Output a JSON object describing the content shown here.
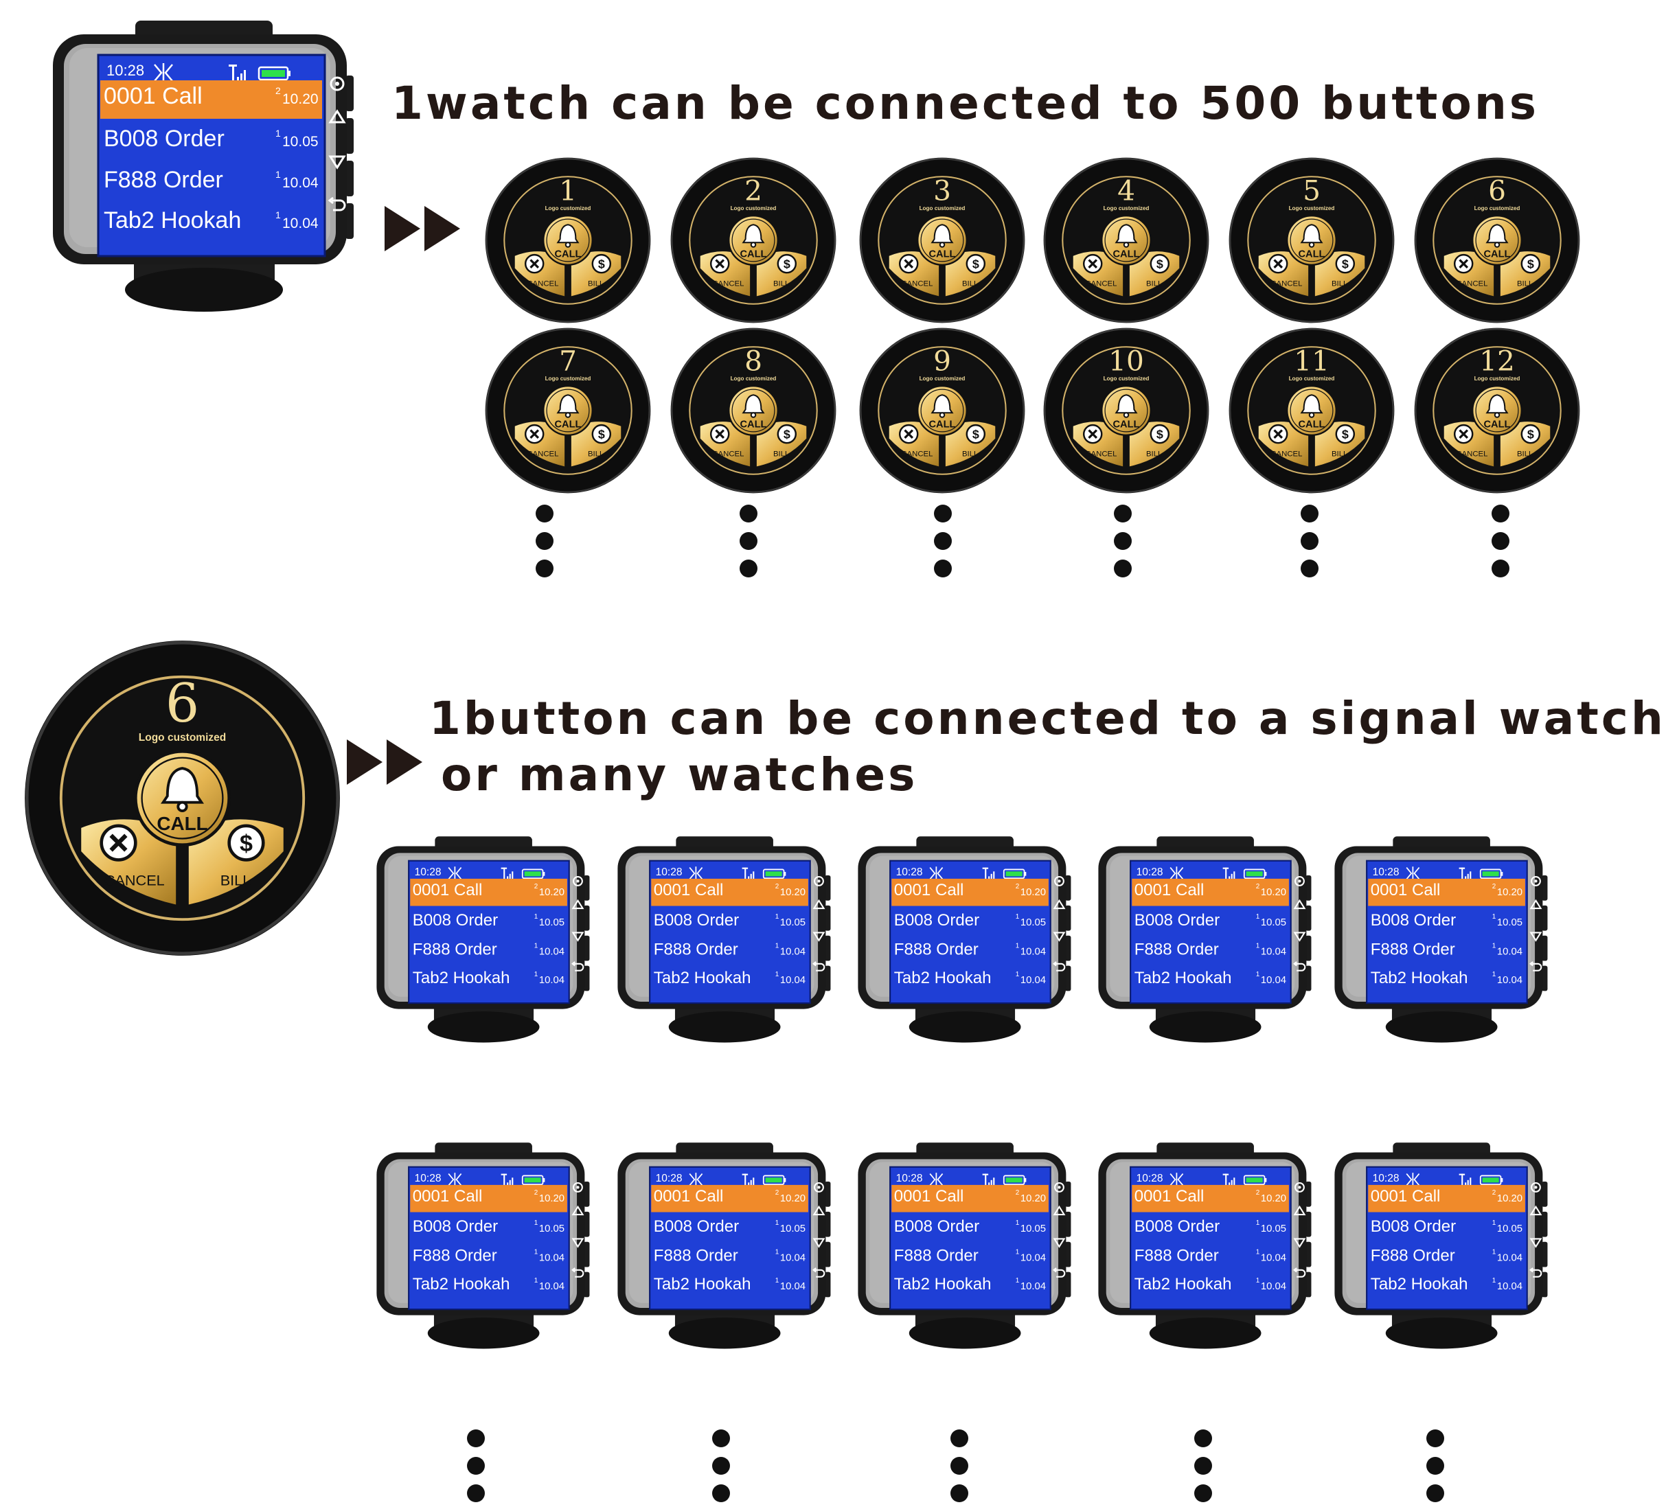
{
  "headings": {
    "top": "1watch can be connected to 500 buttons",
    "bottom_line1": "1button can be connected to a signal watch",
    "bottom_line2": "or many watches"
  },
  "watch_screen": {
    "time": "10:28",
    "rows": [
      {
        "label": "0001 Call",
        "count": "2",
        "time": "10.20",
        "highlight": true
      },
      {
        "label": "B008 Order",
        "count": "1",
        "time": "10.05",
        "highlight": false
      },
      {
        "label": "F888 Order",
        "count": "1",
        "time": "10.04",
        "highlight": false
      },
      {
        "label": "Tab2 Hookah",
        "count": "1",
        "time": "10.04",
        "highlight": false
      }
    ],
    "side_icons": [
      "gear-icon",
      "up-triangle-icon",
      "down-triangle-icon",
      "return-icon"
    ]
  },
  "call_button": {
    "logo_text": "Logo customized",
    "call_label": "CALL",
    "cancel_label": "CANCEL",
    "bill_label": "BILL",
    "numbers": [
      "1",
      "2",
      "3",
      "4",
      "5",
      "6",
      "7",
      "8",
      "9",
      "10",
      "11",
      "12"
    ],
    "featured_number": "6"
  },
  "colors": {
    "screen_blue": "#1f3fd6",
    "highlight_orange": "#f08a2a",
    "gold": "#e6b652",
    "text_dark": "#231815",
    "button_black": "#0d0d0d",
    "watch_silver": "#a9a9a9"
  }
}
